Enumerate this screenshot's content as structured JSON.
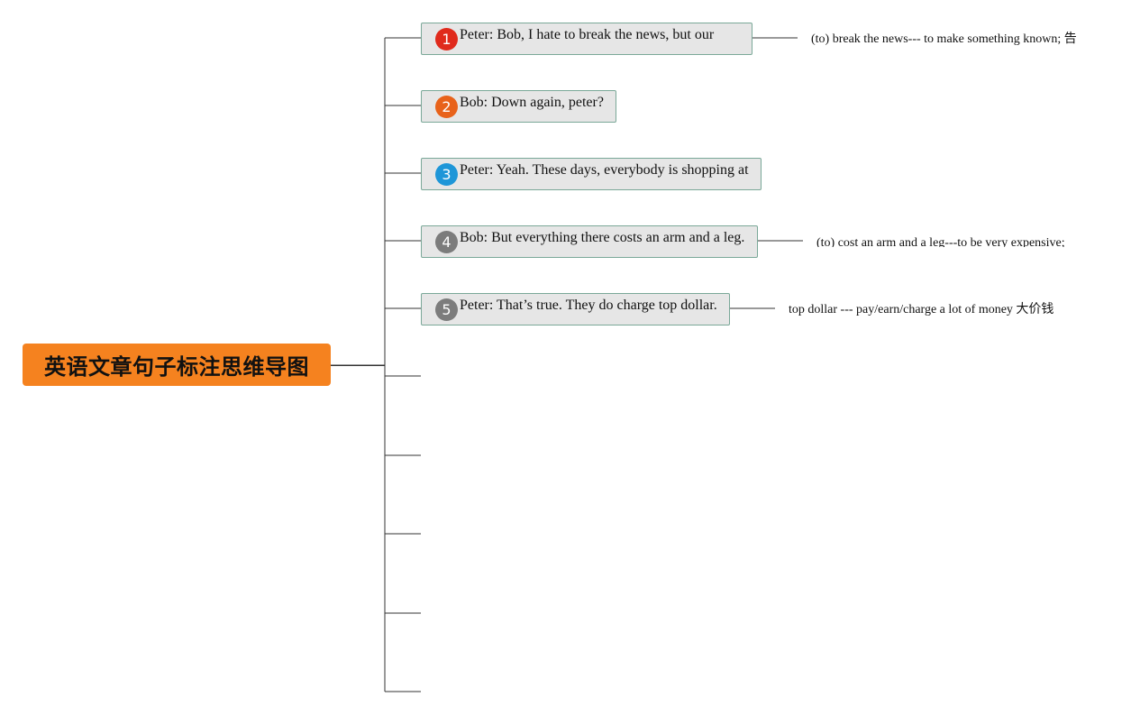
{
  "root": {
    "title": "英语文章句子标注思维导图",
    "color": "#f5821f"
  },
  "topics": [
    {
      "number": "1",
      "text": "Peter: Bob, I hate to break the news, but our",
      "marker_color": "#e02a1c",
      "note": "(to) break the news--- to make something known; 告"
    },
    {
      "number": "2",
      "text": "Bob: Down again, peter?",
      "marker_color": "#e8621a"
    },
    {
      "number": "3",
      "text": "Peter: Yeah. These days, everybody is shopping at",
      "marker_color": "#1e96d8"
    },
    {
      "number": "4",
      "text": "Bob: But everything there costs an arm and a leg.",
      "marker_color": "#7c7c7c",
      "note": "(to) cost an arm and a leg---to be very expensive;"
    },
    {
      "number": "5",
      "text": "Peter: That’s true. They do charge top dollar.",
      "marker_color": "#7c7c7c",
      "note": "top dollar --- pay/earn/charge a lot of money 大价钱"
    }
  ],
  "empty_branches": 5,
  "colors": {
    "topic_fill": "#e6e6e6",
    "topic_border": "#7aa898",
    "connector": "#333333"
  }
}
